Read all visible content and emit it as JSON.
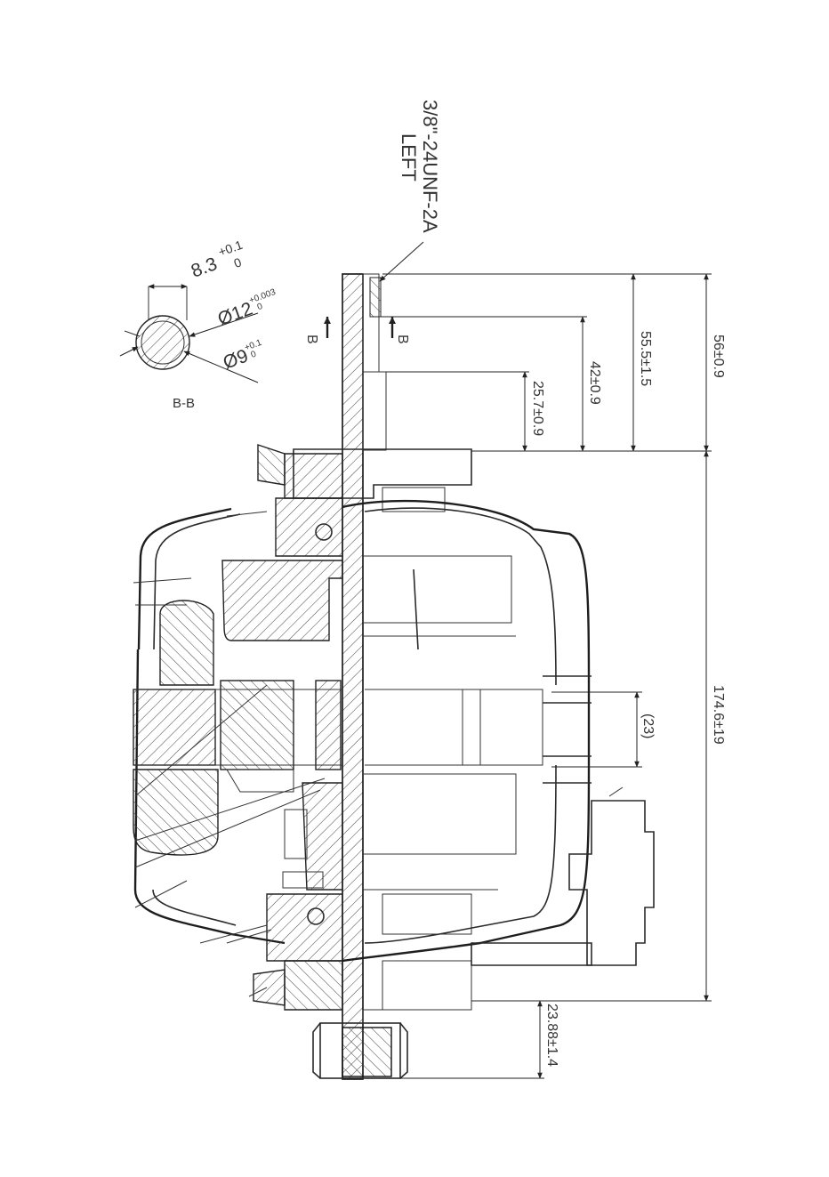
{
  "thread": {
    "spec": "3/8\"-24UNF-2A",
    "hand": "LEFT"
  },
  "section": {
    "title": "B-B",
    "cut_marker": "B",
    "flat_width": "8.3",
    "flat_tol_upper": "+0.1",
    "flat_tol_lower": "0",
    "outer_dia": "Ø12",
    "outer_tol_upper": "+0.003",
    "outer_tol_lower": "0",
    "inner_dia": "Ø9",
    "inner_tol_upper": "+0.1",
    "inner_tol_lower": "0"
  },
  "dimensions": {
    "d_25_7": "25.7±0.9",
    "d_42": "42±0.9",
    "d_55_5": "55.5±1.5",
    "d_56": "56±0.9",
    "d_23": "(23)",
    "d_174_6": "174.6±19",
    "d_23_88": "23.88±1.4"
  }
}
